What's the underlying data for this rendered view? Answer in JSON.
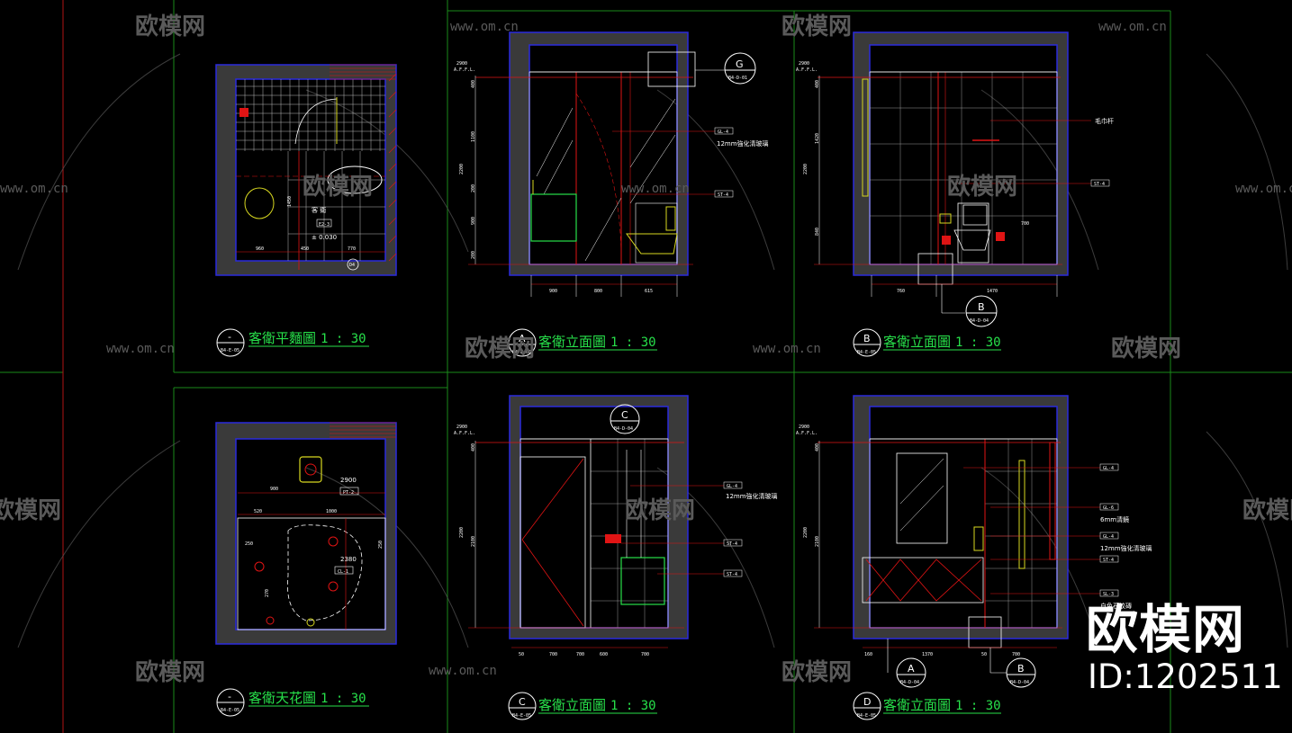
{
  "watermark": {
    "brand": "欧模网",
    "url": "www.om.cn",
    "id": "ID:1202511"
  },
  "colors": {
    "frame": "#1a8a1a",
    "wall": "#3a3a3a",
    "wall_outline": "#2a2adc",
    "red": "#e01414",
    "green": "#27e04a",
    "yellow": "#d8d820",
    "white": "#ffffff"
  },
  "plans": {
    "floor": {
      "title": "客衛平麵圖",
      "scale": "1 : 30",
      "bubble_top": "-",
      "bubble_bottom": "B4-E-05",
      "room_name": "客 衛",
      "room_tag": "E2-3",
      "room_level": "± 0.030",
      "dims": [
        "960",
        "450",
        "770",
        "1450"
      ],
      "marker": "D4"
    },
    "ceiling": {
      "title": "客衛天花圖",
      "scale": "1 : 30",
      "bubble_top": "-",
      "bubble_bottom": "B4-E-05",
      "levels": [
        "2900",
        "2380"
      ],
      "tags": [
        "PT-2",
        "CL-1"
      ],
      "dims": [
        "900",
        "520",
        "1000",
        "250",
        "270",
        "250"
      ]
    }
  },
  "elevations": {
    "a": {
      "title": "客衛立面圖",
      "scale": "1 : 30",
      "bubble_top": "A",
      "bubble_bottom": "B4-E-05",
      "ref_top": "G",
      "ref_bottom": "B4-D-01",
      "height_label": "2900",
      "base_label": "A.F.F.L.",
      "vertical_dims": [
        "400",
        "1100",
        "2200",
        "200",
        "900",
        "200"
      ],
      "bottom_dims": [
        "900",
        "800",
        "615"
      ],
      "notes": [
        "GL-4",
        "12mm強化清玻璃",
        "ST-4"
      ]
    },
    "b": {
      "title": "客衛立面圖",
      "scale": "1 : 30",
      "bubble_top": "B",
      "bubble_bottom": "B4-E-05",
      "ref_top": "B",
      "ref_bottom": "B4-D-04",
      "height_label": "2900",
      "base_label": "A.F.F.L.",
      "vertical_dims": [
        "400",
        "1420",
        "2200",
        "840"
      ],
      "bottom_dims": [
        "760",
        "1470"
      ],
      "notes": [
        "毛巾杆",
        "ST-4",
        "700"
      ]
    },
    "c": {
      "title": "客衛立面圖",
      "scale": "1 : 30",
      "bubble_top": "C",
      "bubble_bottom": "B4-E-05",
      "ref_top": "C",
      "ref_bottom": "B4-D-04",
      "height_label": "2900",
      "base_label": "A.F.F.L.",
      "vertical_dims": [
        "400",
        "2200",
        "2100"
      ],
      "bottom_dims": [
        "50",
        "700",
        "700",
        "600",
        "700"
      ],
      "notes": [
        "GL-4",
        "12mm強化清玻璃",
        "ST-4",
        "ST-4"
      ]
    },
    "d": {
      "title": "客衛立面圖",
      "scale": "1 : 30",
      "bubble_top": "D",
      "bubble_bottom": "B4-E-05",
      "ref_a_top": "A",
      "ref_a_bottom": "B4-D-04",
      "ref_b_top": "B",
      "ref_b_bottom": "B4-D-04",
      "height_label": "2900",
      "base_label": "A.F.F.L.",
      "vertical_dims": [
        "400",
        "2200",
        "2100"
      ],
      "bottom_dims": [
        "160",
        "1370",
        "50",
        "700"
      ],
      "notes": [
        "GL-4",
        "GL-6",
        "6mm清鏡",
        "GL-4",
        "12mm強化清玻璃",
        "ST-4",
        "SL-3",
        "白色石紋磚"
      ]
    }
  }
}
